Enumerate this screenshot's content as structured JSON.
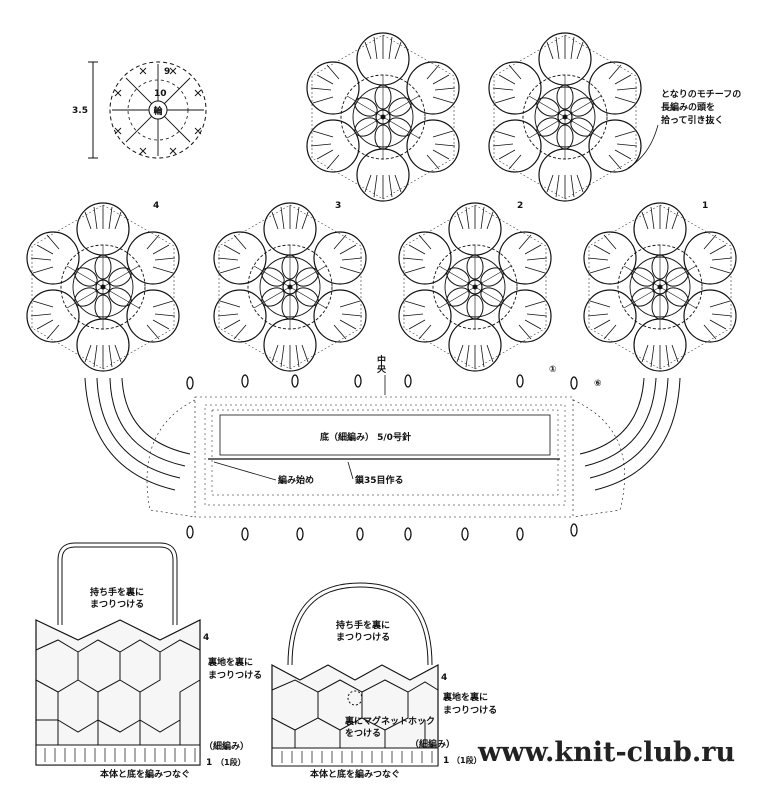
{
  "small_motif": {
    "size_label": "3.5",
    "ring_label": "輪",
    "row_label_10": "10",
    "row_label_9": "9"
  },
  "motif_numbers": {
    "m1": "1",
    "m2": "2",
    "m3": "3",
    "m4": "4"
  },
  "side_note": {
    "line1": "となりのモチーフの",
    "line2": "長編みの頭を",
    "line3": "拾って引き抜く"
  },
  "center_mark": "中央",
  "circle_marks": {
    "c1": "①",
    "c6": "⑥"
  },
  "base": {
    "title": "底（細編み） 5/0号針",
    "start_label": "編み始め",
    "chain_label": "鎖35目作る"
  },
  "bag_left": {
    "handle_note_1": "持ち手を裏に",
    "handle_note_2": "まつりつける",
    "lining_note_1": "裏地を裏に",
    "lining_note_2": "まつりつける",
    "num4": "4",
    "sc_label": "（細編み）",
    "row_1": "1",
    "row_unit": "（1段）",
    "join_note": "本体と底を編みつなぐ"
  },
  "bag_right": {
    "handle_note_1": "持ち手を裏に",
    "handle_note_2": "まつりつける",
    "lining_note_1": "裏地を裏に",
    "lining_note_2": "まつりつける",
    "magnet_note_1": "裏にマグネットホック",
    "magnet_note_2": "をつける",
    "num4": "4",
    "sc_label": "（細編み）",
    "row_1": "1",
    "row_unit": "（1段）",
    "join_note": "本体と底を編みつなぐ"
  },
  "watermark": "www.knit-club.ru",
  "colors": {
    "ink": "#111111",
    "bag_fill": "#f6f6f6",
    "wm": "#222222"
  }
}
